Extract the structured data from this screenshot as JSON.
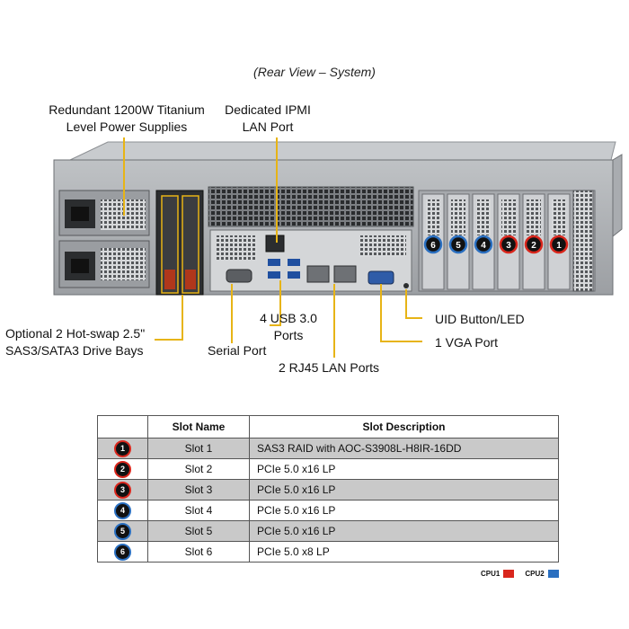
{
  "caption": "(Rear View – System)",
  "callouts": {
    "psu": [
      "Redundant  1200W Titanium",
      "Level Power Supplies"
    ],
    "ipmi": [
      "Dedicated IPMI",
      "LAN Port"
    ],
    "drive_bays": [
      "Optional 2 Hot-swap 2.5\"",
      "SAS3/SATA3 Drive Bays"
    ],
    "usb": [
      "4 USB 3.0",
      "Ports"
    ],
    "serial": "Serial Port",
    "rj45": "2 RJ45 LAN Ports",
    "uid": "UID Button/LED",
    "vga": "1 VGA Port"
  },
  "slot_badges": [
    "6",
    "5",
    "4",
    "3",
    "2",
    "1"
  ],
  "table": {
    "headers": [
      "",
      "Slot Name",
      "Slot Description"
    ],
    "rows": [
      {
        "num": "1",
        "name": "Slot 1",
        "desc": "SAS3 RAID  with AOC-S3908L-H8IR-16DD",
        "cpu": "cpu1"
      },
      {
        "num": "2",
        "name": "Slot 2",
        "desc": "PCIe  5.0 x16 LP",
        "cpu": "cpu1"
      },
      {
        "num": "3",
        "name": "Slot 3",
        "desc": "PCIe  5.0 x16 LP",
        "cpu": "cpu1"
      },
      {
        "num": "4",
        "name": "Slot 4",
        "desc": "PCIe  5.0 x16 LP",
        "cpu": "cpu2"
      },
      {
        "num": "5",
        "name": "Slot 5",
        "desc": "PCIe  5.0 x16 LP",
        "cpu": "cpu2"
      },
      {
        "num": "6",
        "name": "Slot 6",
        "desc": "PCIe  5.0 x8 LP",
        "cpu": "cpu2"
      }
    ]
  },
  "legend": {
    "cpu1": "CPU1",
    "cpu2": "CPU2"
  },
  "colors": {
    "cpu1": "#d9261c",
    "cpu2": "#2a6fc0",
    "callout_line": "#e7b416"
  }
}
